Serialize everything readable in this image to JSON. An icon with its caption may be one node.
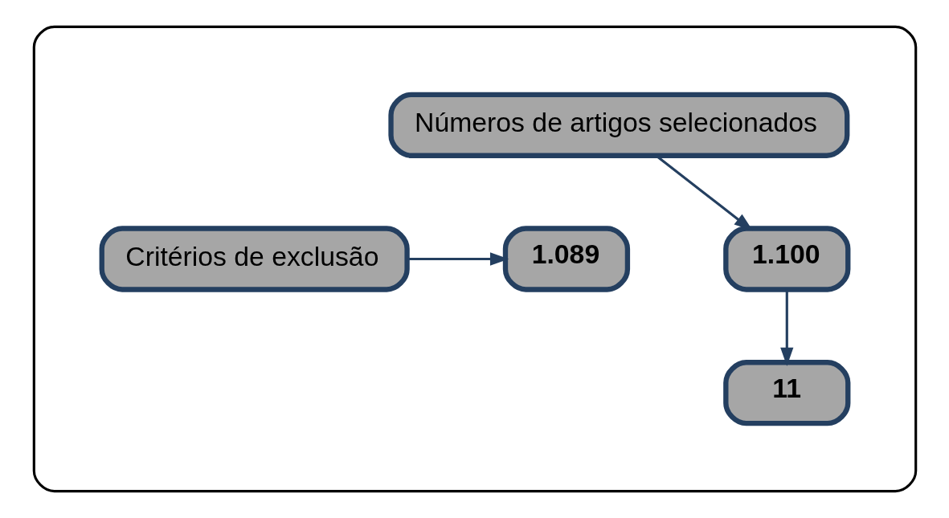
{
  "diagram": {
    "nodes": [
      {
        "text": [],
        "shape": "box"
      },
      {
        "text": [
          "Números de artigos selecionados"
        ],
        "in": 0
      },
      {
        "text": [
          "1.100"
        ],
        "in": 0
      },
      {
        "text": [
          "Critérios de exclusão"
        ],
        "in": 0
      },
      {
        "text": [
          "1.089"
        ],
        "in": 0
      },
      {
        "text": [
          "11"
        ],
        "in": 0
      }
    ],
    "edges": [
      {
        "from": 1,
        "to": 2,
        "arrow": "to"
      },
      {
        "from": 2,
        "to": 5,
        "arrow": "to"
      },
      {
        "from": 3,
        "to": 4,
        "arrow": "to"
      }
    ]
  }
}
